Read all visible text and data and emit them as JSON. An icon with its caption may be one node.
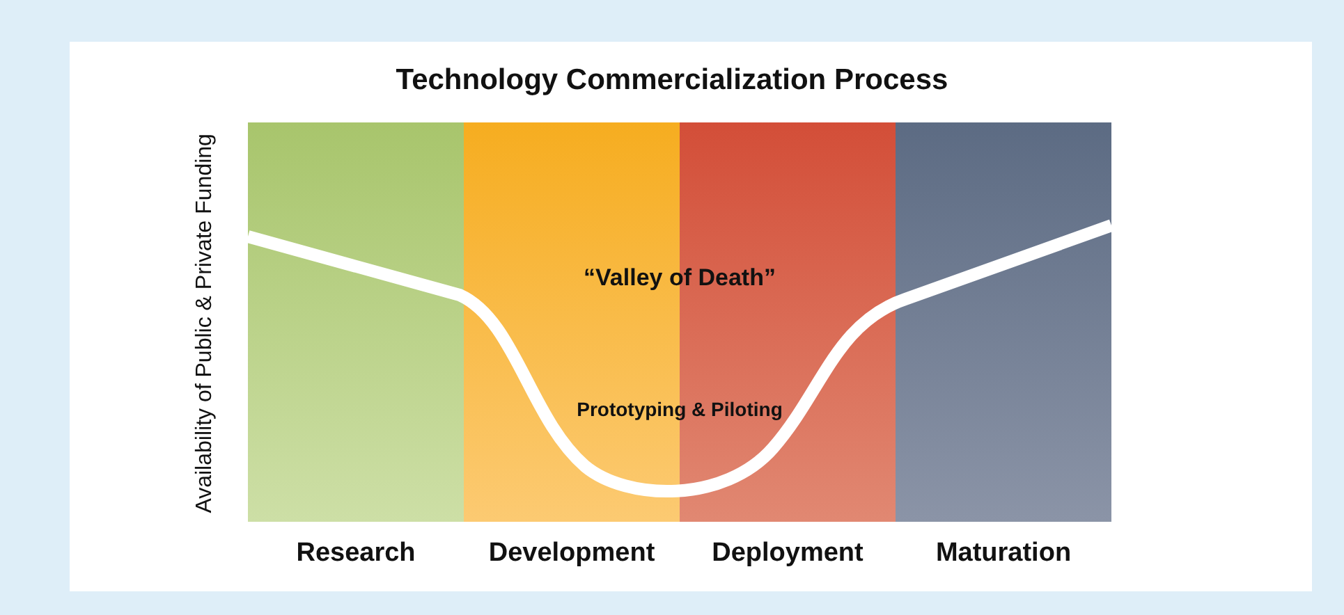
{
  "diagram": {
    "title": "Technology Commercialization Process",
    "nodes": [
      {
        "text": [
          "Research"
        ]
      },
      {
        "text": [
          "Development"
        ]
      },
      {
        "text": [
          "Deployment"
        ]
      },
      {
        "text": [
          "Maturation"
        ]
      }
    ],
    "labels": [
      "Availability of Public & Private Funding",
      "“Valley of Death”",
      "Prototyping & Piloting"
    ]
  }
}
